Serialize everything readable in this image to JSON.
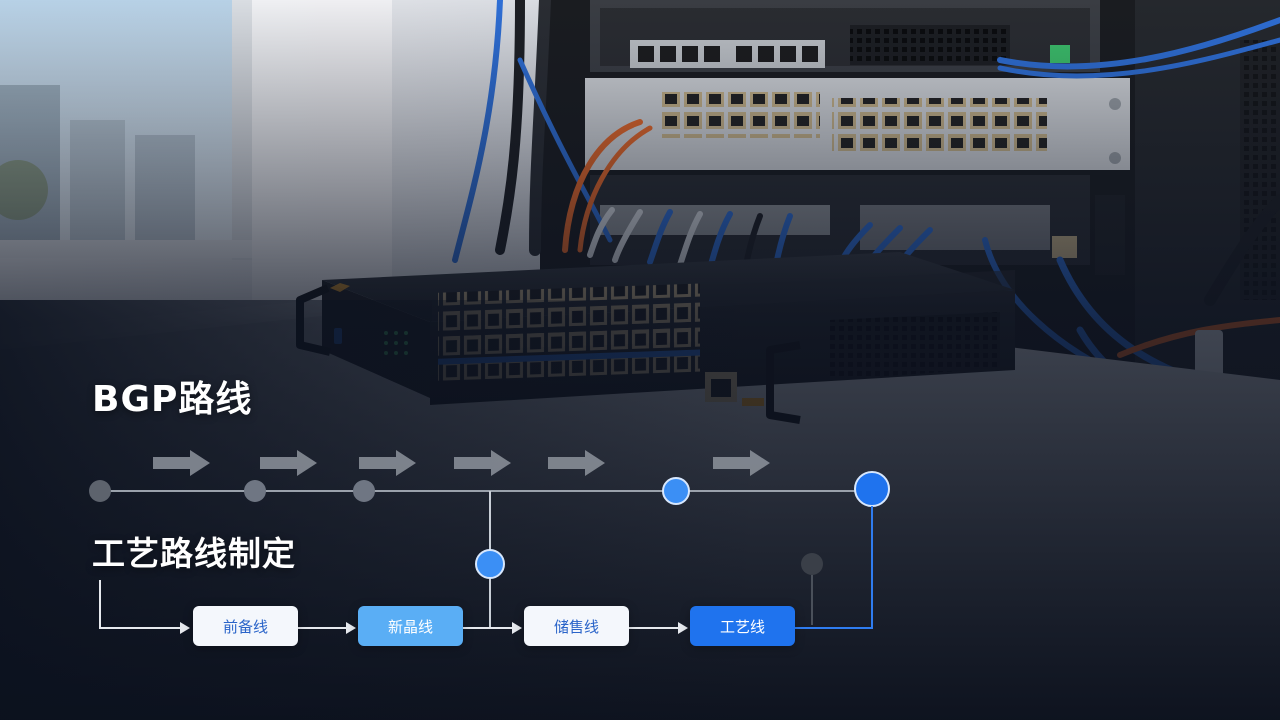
{
  "overlay": {
    "title_main": "BGP路线",
    "title_sub": "工艺路线制定",
    "flow_steps": [
      "前备线",
      "新晶线",
      "储售线",
      "工艺线"
    ]
  },
  "colors": {
    "accent_blue": "#1f73ee",
    "light_blue": "#5aaef5",
    "node_blue": "#3b8ff5",
    "gray_node": "#6f7683",
    "line_gray": "#8f96a3",
    "cable_blue": "#2f6fd6",
    "cable_orange": "#e8692a"
  }
}
